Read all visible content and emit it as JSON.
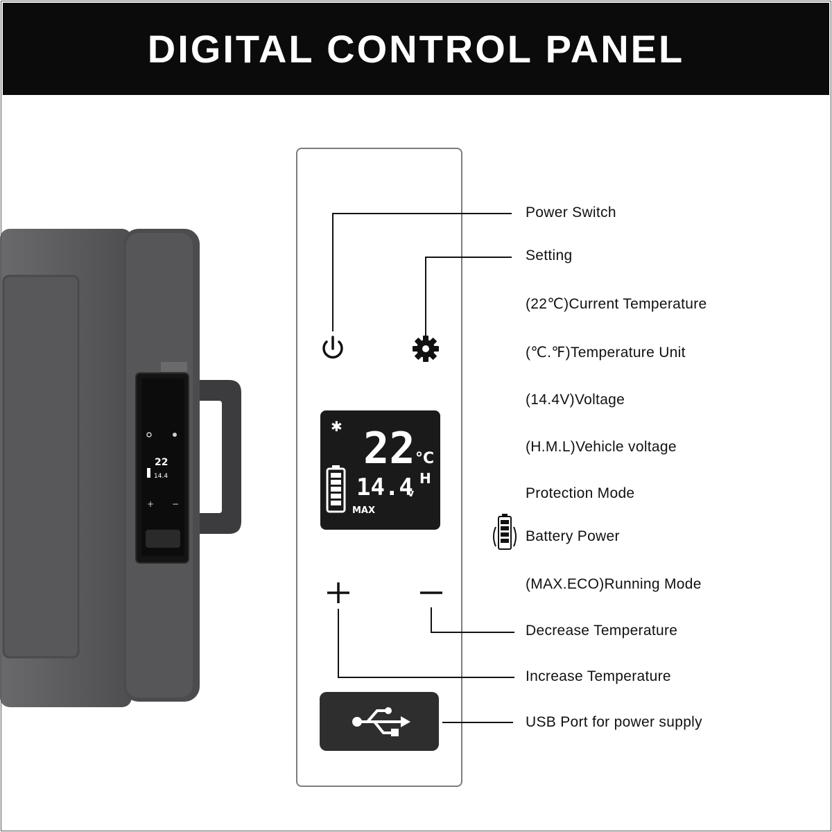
{
  "header": {
    "title": "DIGITAL CONTROL PANEL"
  },
  "display": {
    "temperature": "22",
    "unit": "°C",
    "voltage": "14.4",
    "voltage_unit": "v",
    "vehicle_voltage_level": "H",
    "mode": "MAX",
    "mini_temperature": "22"
  },
  "icons": {
    "power": "power-icon",
    "setting": "gear-icon",
    "increase": "plus-icon",
    "decrease": "minus-icon",
    "usb": "usb-icon",
    "snowflake": "snowflake-icon",
    "battery": "battery-icon",
    "protection": "protection-icon"
  },
  "callouts": {
    "power_switch": "Power Switch",
    "setting": "Setting",
    "current_temperature": "(22℃)Current Temperature",
    "temperature_unit": "(℃.℉)Temperature Unit",
    "voltage": "(14.4V)Voltage",
    "vehicle_voltage": "(H.M.L)Vehicle voltage",
    "protection_mode": "Protection Mode",
    "battery_power": "Battery Power",
    "running_mode": "(MAX.ECO)Running Mode",
    "decrease_temperature": "Decrease Temperature",
    "increase_temperature": "Increase Temperature",
    "usb_port": "USB Port for power supply"
  },
  "colors": {
    "header_bg": "#0b0b0b",
    "cooler_body": "#5e5e60",
    "lcd_bg": "#1a1a1a",
    "lcd_text": "#ffffff"
  }
}
